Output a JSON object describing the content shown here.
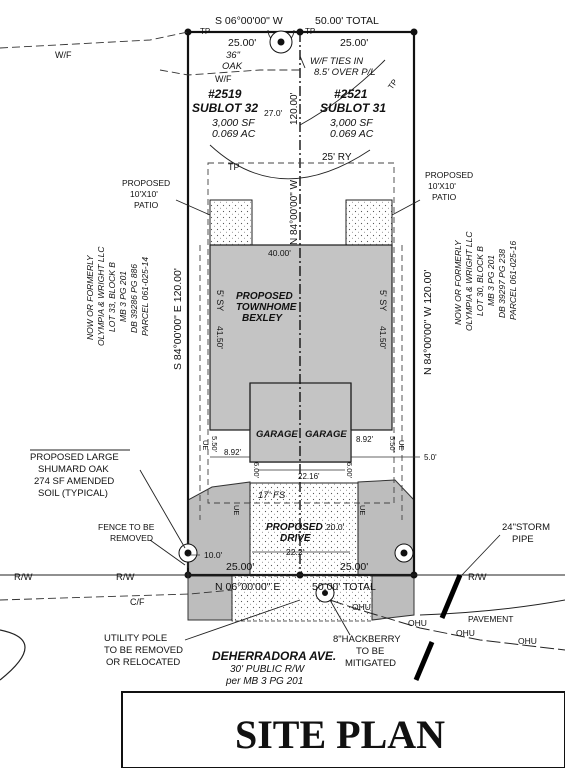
{
  "title": "SITE PLAN",
  "lots": [
    {
      "address": "#2519",
      "sublot": "SUBLOT 32",
      "area_sf": "3,000 SF",
      "area_ac": "0.069 AC"
    },
    {
      "address": "#2521",
      "sublot": "SUBLOT 31",
      "area_sf": "3,000 SF",
      "area_ac": "0.069 AC"
    }
  ],
  "bearings": {
    "north_line": "S 06°00'00\" W",
    "north_total": "50.00' TOTAL",
    "south_line": "N 06°00'00\" E",
    "south_total": "50.00' TOTAL",
    "west_line": "S 84°00'00\" E  120.00'",
    "east_line": "N 84°00'00\" W  120.00'",
    "center_line": "N 84°00'00\" W",
    "center_dist": "120.00'"
  },
  "dims": {
    "lot_width_nw": "25.00'",
    "lot_width_ne": "25.00'",
    "lot_width_sw": "25.00'",
    "lot_width_se": "25.00'",
    "front_ry": "25' RY",
    "bldg_width": "40.00'",
    "sy_left": "5' SY",
    "sy_right": "5' SY",
    "depth_left": "41.50'",
    "depth_right": "41.50'",
    "ue_left": "UE",
    "ue_right": "UE",
    "ue_w_left": "5.50'",
    "ue_w_right": "5.50'",
    "off_left": "8.92'",
    "off_right": "8.92'",
    "offset_5": "5.0'",
    "gar_depth_left": "6.00'",
    "gar_depth_right": "6.00'",
    "gar_width": "22.16'",
    "fs": "17' FS",
    "drive_len": "20.0'",
    "drive_width": "22.2'",
    "tree_off": "10.0'",
    "oak_dist": "27.0'",
    "ue_drive_l": "UE",
    "ue_drive_r": "UE"
  },
  "labels": {
    "oak": "36\" OAK",
    "oak_size": "36\"",
    "oak_name": "OAK",
    "wf_ties": "W/F TIES IN",
    "wf_ties2": "8.5' OVER P/L",
    "wf": "W/F",
    "tp": "TP",
    "townhome_1": "PROPOSED",
    "townhome_2": "TOWNHOME",
    "townhome_3": "BEXLEY",
    "garage_left": "GARAGE",
    "garage_right": "GARAGE",
    "drive_1": "PROPOSED",
    "drive_2": "DRIVE",
    "patio_left": [
      "PROPOSED",
      "10'X10'",
      "PATIO"
    ],
    "patio_right": [
      "PROPOSED",
      "10'X10'",
      "PATIO"
    ],
    "owner_left": [
      "NOW OR FORMERLY",
      "OLYMPIA & WRIGHT LLC",
      "LOT 33, BLOCK B",
      "MB 3 PG 201",
      "DB 39286 PG 886",
      "PARCEL 061-025-14"
    ],
    "owner_right": [
      "NOW OR FORMERLY",
      "OLYMPIA & WRIGHT LLC",
      "LOT 30, BLOCK B",
      "MB 3 PG 201",
      "DB 39297 PG 238",
      "PARCEL 061-025-16"
    ],
    "shumard": [
      "PROPOSED LARGE",
      "SHUMARD OAK",
      "274 SF AMENDED",
      "SOIL (TYPICAL)"
    ],
    "fence": [
      "FENCE TO BE",
      "REMOVED"
    ],
    "storm": [
      "24\"STORM",
      "PIPE"
    ],
    "rw": "R/W",
    "cf": "C/F",
    "ohu": "OHU",
    "pavement": "PAVEMENT",
    "pole": [
      "UTILITY POLE",
      "TO BE REMOVED",
      "OR RELOCATED"
    ],
    "hackberry": [
      "8\"HACKBERRY",
      "TO BE",
      "MITIGATED"
    ],
    "street": "DEHERRADORA AVE.",
    "street_1": "30' PUBLIC R/W",
    "street_2": "per MB 3 PG 201"
  },
  "colors": {
    "building": "#c4c4c4",
    "paving": "#bdbdbd",
    "ink": "#111111"
  }
}
